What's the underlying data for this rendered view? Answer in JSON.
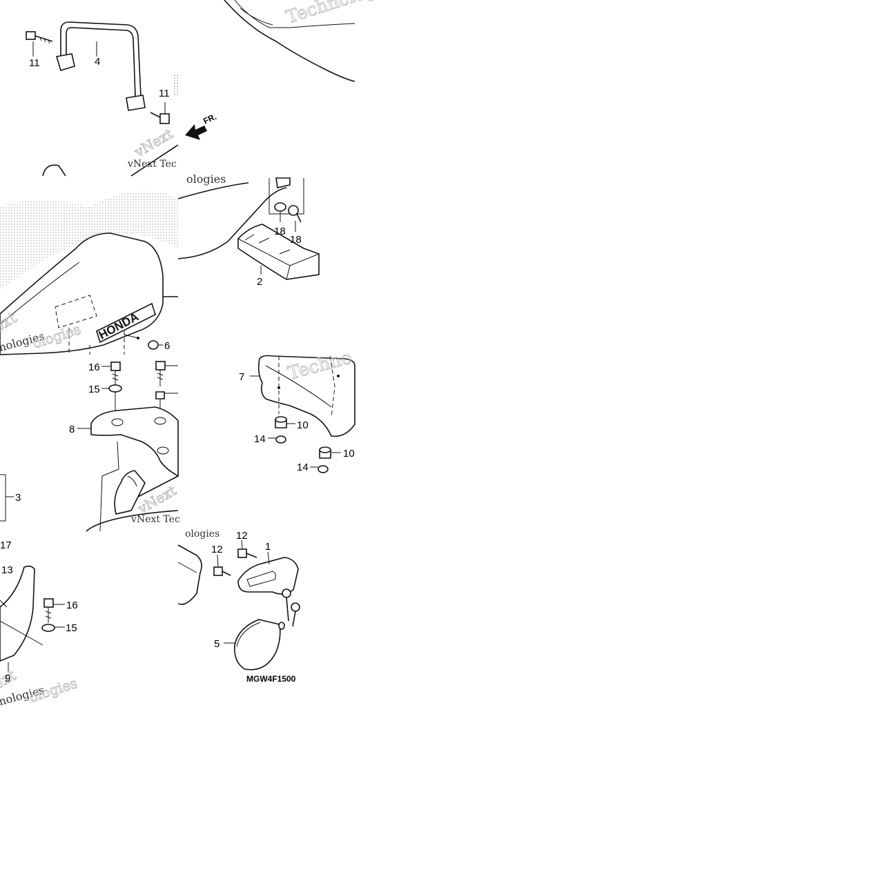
{
  "diagram": {
    "code": "MGW4F1500",
    "fr_label": "FR.",
    "brand": "HONDA",
    "watermarks": {
      "vnext": "vNext",
      "technologies": "Technologies",
      "techno": "Techno",
      "vnext_tec": "vNext Tec",
      "ologies": "ologies",
      "ext": "ext",
      "hnologies": "hnologies"
    },
    "callouts": {
      "c1": "1",
      "c2": "2",
      "c3": "3",
      "c4": "4",
      "c5": "5",
      "c6": "6",
      "c7": "7",
      "c8": "8",
      "c9": "9",
      "c10": "10",
      "c11": "11",
      "c12": "12",
      "c13": "13",
      "c14": "14",
      "c15": "15",
      "c16": "16",
      "c17": "17",
      "c18": "18"
    }
  },
  "colors": {
    "line": "#111111",
    "background": "#ffffff",
    "watermark": "#bdbdbd"
  }
}
